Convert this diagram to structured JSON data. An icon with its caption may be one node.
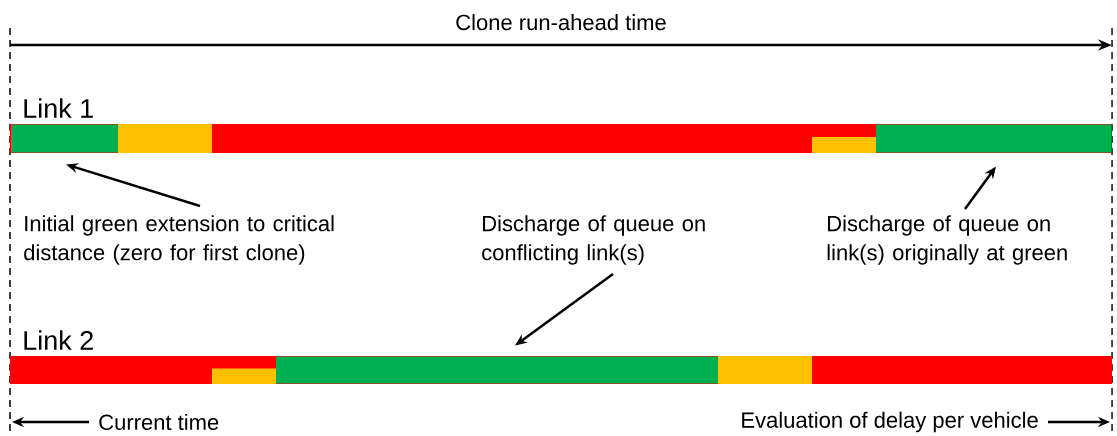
{
  "diagram": {
    "nodes": [
      {
        "text": [
          "Link 1"
        ]
      },
      {
        "text": [],
        "shape": "bar",
        "in": 0
      },
      {
        "text": [],
        "shape": "bar",
        "in": 0
      },
      {
        "text": [
          "Initial green extension to critical distance (zero for first clone)"
        ]
      },
      {
        "text": [
          "Discharge of queue on conflicting link(s)"
        ]
      },
      {
        "text": [
          "Discharge of queue on link(s) originally at green"
        ]
      },
      {
        "text": [
          "Link 2"
        ]
      },
      {
        "text": [],
        "shape": "bar",
        "in": 6
      },
      {
        "text": [
          "Current time"
        ]
      },
      {
        "text": [
          "Evaluation of delay per vehicle"
        ]
      }
    ],
    "edges": [
      {
        "from": 3,
        "to": 1,
        "arrow": "to"
      },
      {
        "from": 4,
        "to": 7,
        "arrow": "to"
      },
      {
        "from": 5,
        "to": 2,
        "arrow": "to"
      },
      {
        "from": 8,
        "to": null,
        "arrow": "to"
      },
      {
        "from": 9,
        "to": null,
        "arrow": "to"
      }
    ],
    "labels": [
      "Clone run-ahead time"
    ]
  }
}
